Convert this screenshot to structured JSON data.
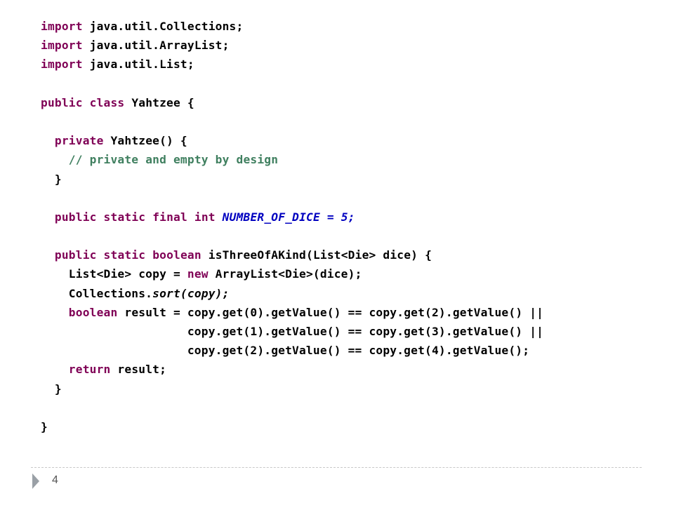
{
  "code": {
    "import1": [
      "import",
      " java.util.Collections;"
    ],
    "import2": [
      "import",
      " java.util.ArrayList;"
    ],
    "import3": [
      "import",
      " java.util.List;"
    ],
    "class_decl": [
      "public",
      " ",
      "class",
      " Yahtzee {"
    ],
    "ctor": [
      "  ",
      "private",
      " Yahtzee() {"
    ],
    "comment": [
      "    ",
      "// private and empty by design"
    ],
    "ctor_close": "  }",
    "const": [
      "  ",
      "public",
      " ",
      "static",
      " ",
      "final",
      " ",
      "int",
      " ",
      "NUMBER_OF_DICE = 5;"
    ],
    "method": [
      "  ",
      "public",
      " ",
      "static",
      " ",
      "boolean",
      " isThreeOfAKind(List<Die> dice) {"
    ],
    "copy_line": [
      "    List<Die> copy = ",
      "new",
      " ArrayList<Die>(dice);"
    ],
    "sort_line": [
      "    Collections.",
      "sort(copy);"
    ],
    "result1": [
      "    ",
      "boolean",
      " result = copy.get(0).getValue() == copy.get(2).getValue() ||"
    ],
    "result2": "                     copy.get(1).getValue() == copy.get(3).getValue() ||",
    "result3": "                     copy.get(2).getValue() == copy.get(4).getValue();",
    "return_line": [
      "    ",
      "return",
      " result;"
    ],
    "method_close": "  }",
    "class_close": "}"
  },
  "footer": {
    "page_number": "4"
  },
  "colors": {
    "keyword": "#7f0055",
    "comment": "#3f7f5f",
    "field": "#0000c0"
  }
}
